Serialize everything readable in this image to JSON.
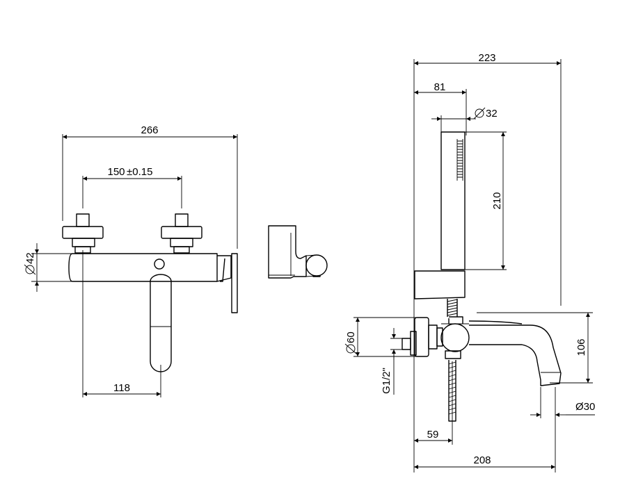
{
  "front_view": {
    "overall_width": "266",
    "inlet_spacing": "150",
    "inlet_tolerance": "±0.15",
    "body_diameter": "42",
    "spout_offset": "118"
  },
  "side_view": {
    "overall_depth": "223",
    "handshower_offset": "81",
    "handshower_diameter": "32",
    "handshower_length": "210",
    "body_diameter": "60",
    "thread": "G1/2\"",
    "spout_height": "106",
    "spout_diameter": "Ø30",
    "hose_offset": "59",
    "spout_reach": "208"
  }
}
